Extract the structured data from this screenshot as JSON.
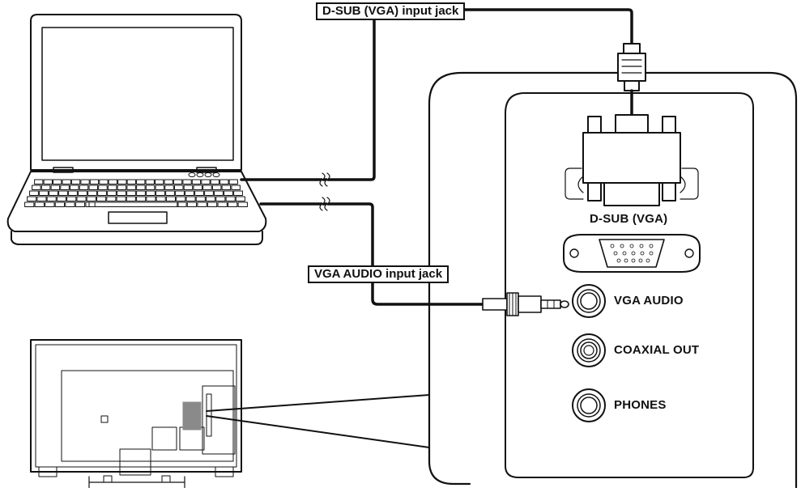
{
  "labels": {
    "dsub_callout": "D-SUB (VGA) input jack",
    "audio_callout": "VGA AUDIO input jack",
    "dsub_port": "D-SUB (VGA)",
    "vga_audio": "VGA AUDIO",
    "coaxial_out": "COAXIAL OUT",
    "phones": "PHONES"
  },
  "colors": {
    "line": "#111111",
    "panel_fill": "#ffffff",
    "highlight": "#8a8a8a"
  }
}
